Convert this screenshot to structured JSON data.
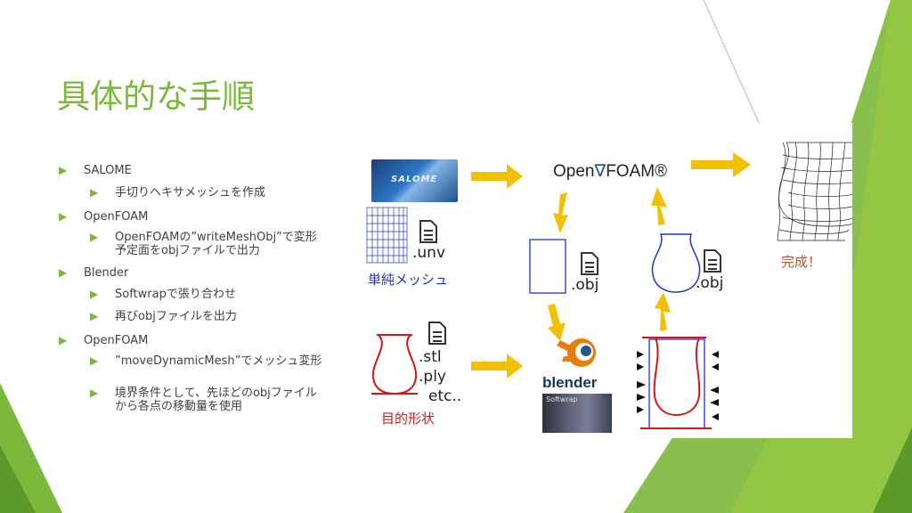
{
  "slide": {
    "title": "具体的な手順",
    "bullets": [
      {
        "text": "SALOME",
        "sub": [
          "手切りヘキサメッシュを作成"
        ]
      },
      {
        "text": "OpenFOAM",
        "sub": [
          "OpenFOAMの”writeMeshObj”で変形予定面をobjファイルで出力"
        ]
      },
      {
        "text": "Blender",
        "sub": [
          "Softwrapで張り合わせ",
          "再びobjファイルを出力"
        ]
      },
      {
        "text": "OpenFOAM",
        "sub": [
          "”moveDynamicMesh”でメッシュ変形",
          "境界条件として、先ほどのobjファイルから各点の移動量を使用"
        ]
      }
    ]
  },
  "figure": {
    "salome_logo": "SALOME",
    "openfoam_logo_left": "Open",
    "openfoam_logo_right": "FOAM®",
    "unv": ".unv",
    "simple_mesh": "単純メッシュ",
    "obj1": ".obj",
    "obj2": ".obj",
    "stl": ".stl",
    "ply": ".ply",
    "etc": "etc..",
    "target_shape": "目的形状",
    "complete": "完成！",
    "blender": "blender",
    "softwrap": "Softwrap"
  },
  "colors": {
    "accent": "#7cb83a",
    "arrow": "#f2c000",
    "blue": "#2233cc",
    "red": "#d01818"
  },
  "icons": [
    "triangle-bullet-icon",
    "document-icon",
    "arrow-right-icon",
    "arrow-down-icon",
    "arrow-up-icon",
    "blender-logo-icon"
  ]
}
